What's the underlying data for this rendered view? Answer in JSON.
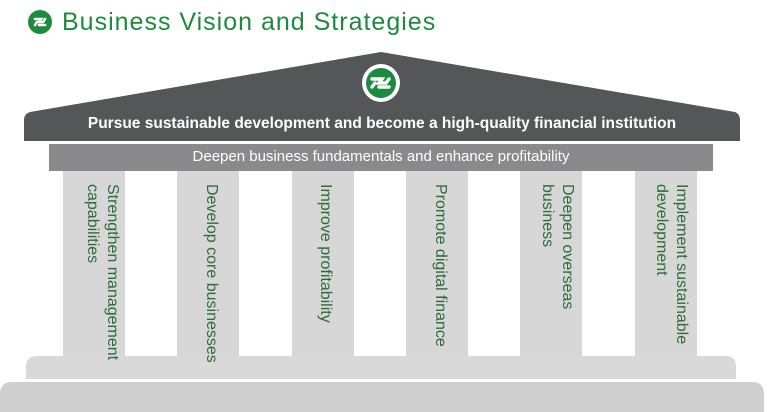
{
  "header": {
    "title": "Business Vision and Strategies",
    "logo_icon": "company-logo-icon",
    "accent_color": "#1d8a3e"
  },
  "roof": {
    "text": "Pursue sustainable development and become a high-quality financial institution",
    "color": "#555658",
    "logo_icon": "company-logo-icon"
  },
  "beam": {
    "text": "Deepen business fundamentals and enhance profitability",
    "color": "#8a8a8c"
  },
  "pillars": [
    {
      "label": "Strengthen management capabilities"
    },
    {
      "label": "Develop core businesses"
    },
    {
      "label": "Improve profitability"
    },
    {
      "label": "Promote digital finance"
    },
    {
      "label": "Deepen overseas business"
    },
    {
      "label": "Implement sustainable development"
    }
  ],
  "colors": {
    "pillar": "#d7d7d8",
    "base_upper": "#d9d9d9",
    "base_lower": "#cfcfd0",
    "pillar_text": "#2f6b39"
  }
}
